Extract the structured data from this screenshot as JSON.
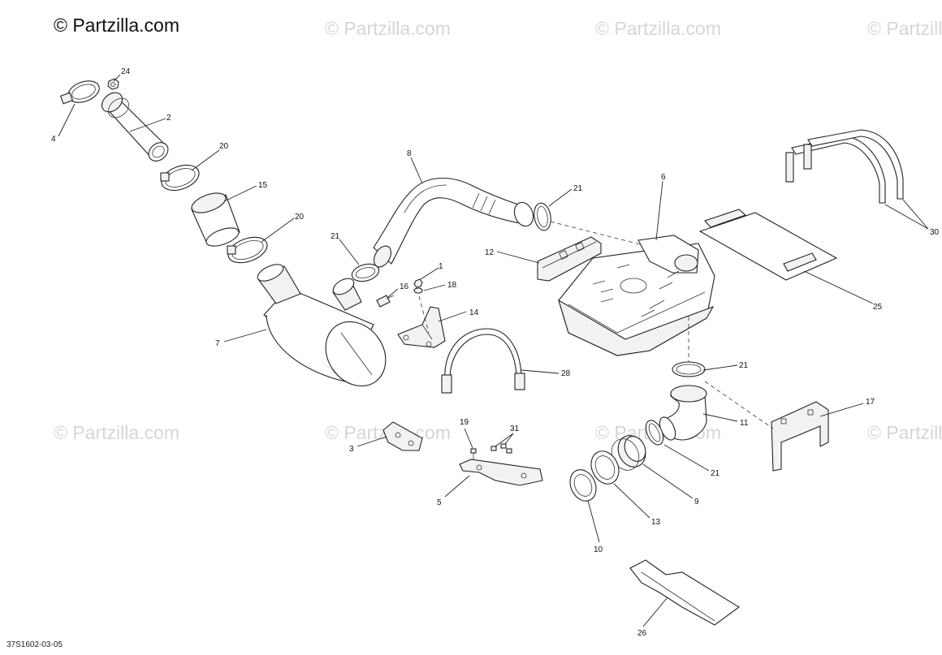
{
  "copyright": "© Partzilla.com",
  "watermark_text": "© Partzilla.com",
  "diagram_code": "37S1602-03-05",
  "callouts": [
    "1",
    "2",
    "3",
    "4",
    "5",
    "6",
    "7",
    "8",
    "9",
    "10",
    "11",
    "12",
    "13",
    "14",
    "15",
    "16",
    "17",
    "18",
    "19",
    "20",
    "20",
    "21",
    "21",
    "21",
    "21",
    "24",
    "25",
    "26",
    "28",
    "30",
    "31"
  ]
}
